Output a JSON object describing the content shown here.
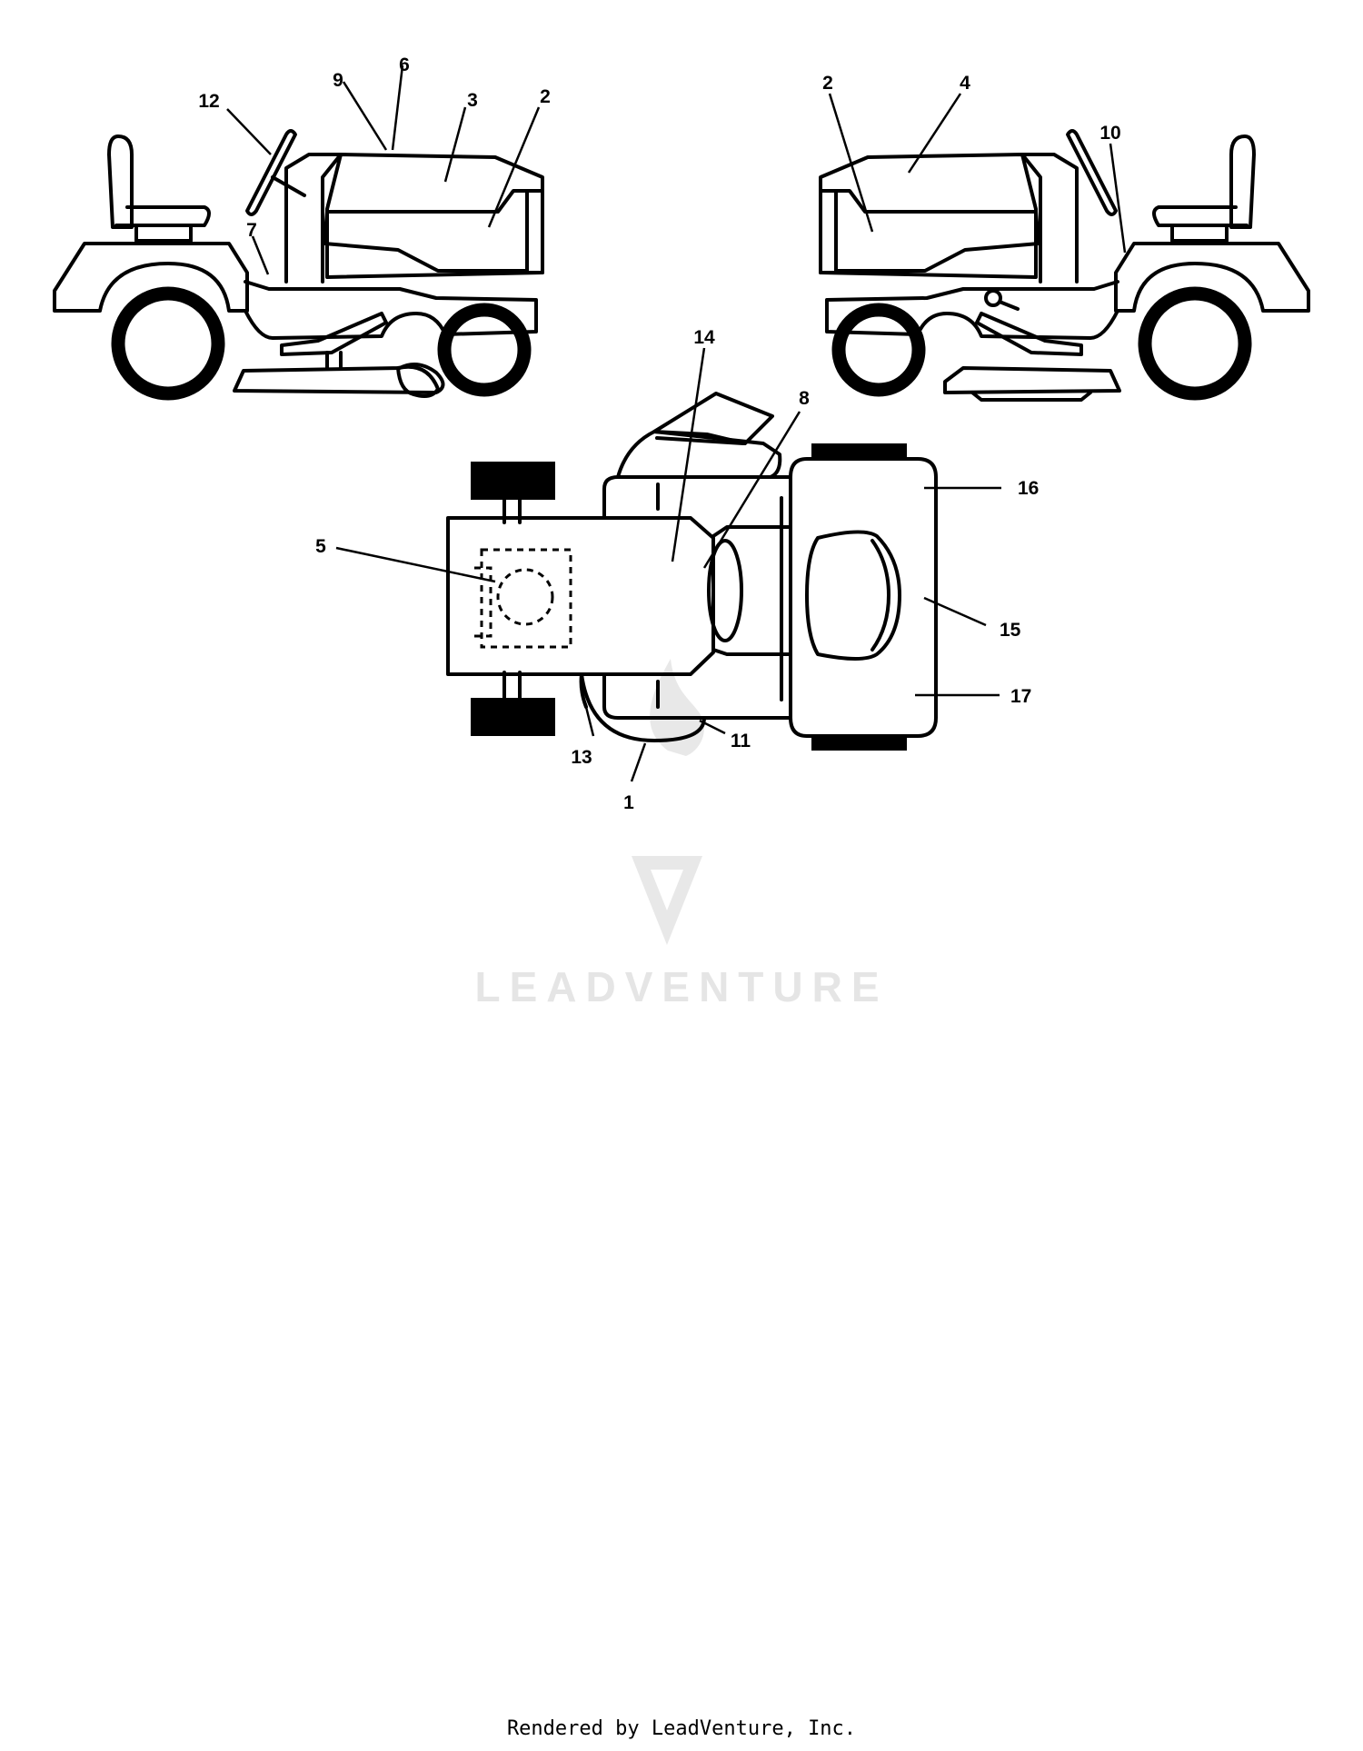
{
  "watermark": {
    "brand": "LEADVENTURE"
  },
  "footer": {
    "text": "Rendered by LeadVenture, Inc."
  },
  "callouts": {
    "left_view": {
      "c12": "12",
      "c9": "9",
      "c6": "6",
      "c3": "3",
      "c2": "2",
      "c7": "7"
    },
    "right_view": {
      "c2": "2",
      "c4": "4",
      "c10": "10"
    },
    "top_view": {
      "c14": "14",
      "c8": "8",
      "c5": "5",
      "c16": "16",
      "c15": "15",
      "c17": "17",
      "c13": "13",
      "c11": "11",
      "c1": "1"
    }
  }
}
